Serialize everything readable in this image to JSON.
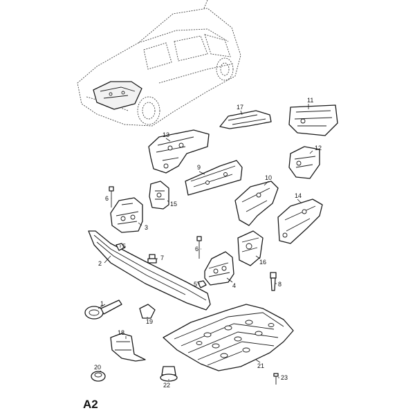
{
  "sheet_label": "A2",
  "callouts": {
    "c1": "1",
    "c2": "2",
    "c3": "3",
    "c4": "4",
    "c5a": "5",
    "c5b": "5",
    "c6a": "6",
    "c6b": "6",
    "c7": "7",
    "c8": "8",
    "c9": "9",
    "c10": "10",
    "c11": "11",
    "c12": "12",
    "c13": "13",
    "c14": "14",
    "c15": "15",
    "c16": "16",
    "c17": "17",
    "c18": "18",
    "c19": "19",
    "c20": "20",
    "c21": "21",
    "c22": "22",
    "c23": "23"
  }
}
